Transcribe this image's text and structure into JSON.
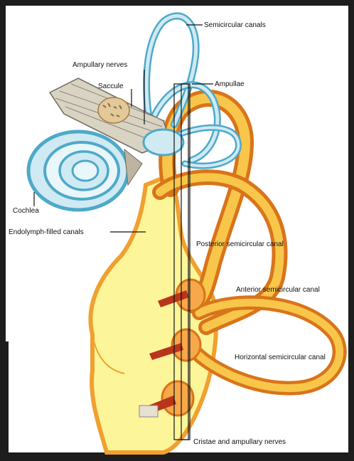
{
  "diagram": {
    "labels": {
      "semicircular_canals": "Semicircular canals",
      "ampullary_nerves": "Ampullary nerves",
      "ampullae": "Ampullae",
      "saccule": "Saccule",
      "cochlea": "Cochlea",
      "endolymph_canals": "Endolymph-filled canals",
      "posterior_canal": "Posterior semicircular canal",
      "anterior_canal": "Anterior semicircular canal",
      "horizontal_canal": "Horizontal semicircular canal",
      "cristae_nerves": "Cristae and ampullary nerves"
    },
    "colors": {
      "frame": "#1d1d1d",
      "background": "#ffffff",
      "fluid": "#fdf59a",
      "canal_orange": "#f0a030",
      "canal_dark": "#d9741a",
      "membrane_blue": "#4ea9c9",
      "membrane_light": "#cfeaf3",
      "nerve_red": "#b8351c"
    }
  }
}
